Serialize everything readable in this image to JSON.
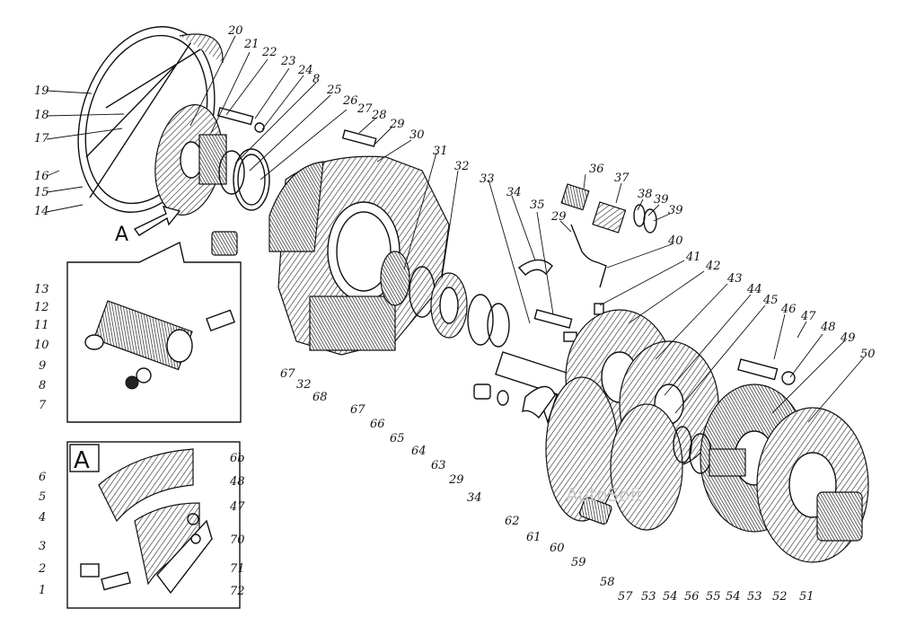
{
  "figure": {
    "inset_a_label": "A",
    "view_a_marker": "A",
    "watermark": "AutoSoft"
  },
  "callouts": [
    "1",
    "2",
    "3",
    "4",
    "5",
    "6",
    "7",
    "8",
    "9",
    "10",
    "11",
    "12",
    "13",
    "14",
    "15",
    "16",
    "17",
    "18",
    "19",
    "20",
    "21",
    "22",
    "23",
    "24",
    "8",
    "25",
    "26",
    "27",
    "28",
    "29",
    "30",
    "31",
    "32",
    "33",
    "34",
    "35",
    "29",
    "36",
    "37",
    "38",
    "39",
    "39",
    "40",
    "41",
    "42",
    "43",
    "44",
    "45",
    "46",
    "47",
    "48",
    "49",
    "50",
    "51",
    "52",
    "53",
    "54",
    "55",
    "56",
    "54",
    "53",
    "57",
    "58",
    "59",
    "60",
    "61",
    "62",
    "34",
    "29",
    "63",
    "64",
    "65",
    "66",
    "67",
    "67",
    "32",
    "68",
    "6b",
    "48",
    "47",
    "70",
    "71",
    "72"
  ]
}
